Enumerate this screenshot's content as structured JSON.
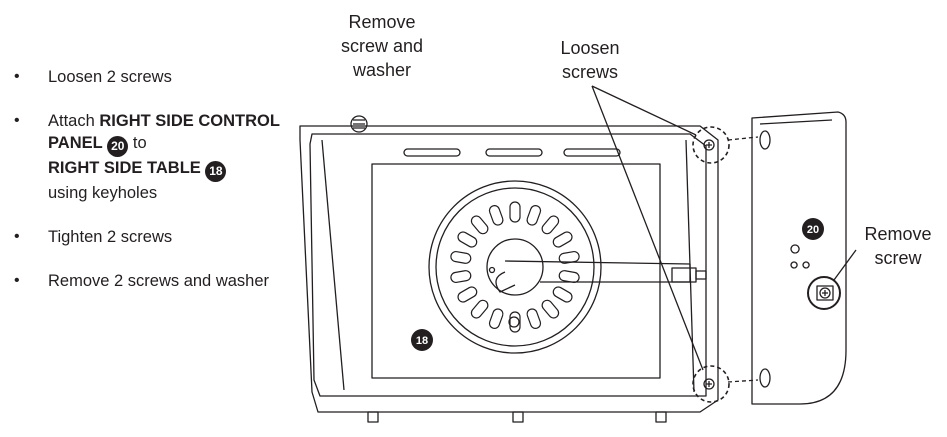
{
  "instructions": {
    "step1": "Loosen 2 screws",
    "step2": {
      "prefix": "Attach ",
      "part_a": "RIGHT SIDE CONTROL PANEL",
      "part_a_num": "20",
      "to": " to ",
      "part_b": "RIGHT SIDE TABLE",
      "part_b_num": "18",
      "suffix": "using keyholes"
    },
    "step3": "Tighten 2 screws",
    "step4": "Remove 2 screws and washer",
    "bullet": "•"
  },
  "callouts": {
    "remove_screw_washer": [
      "Remove",
      "screw and",
      "washer"
    ],
    "loosen_screws": [
      "Loosen",
      "screws"
    ],
    "remove_screw": [
      "Remove",
      "screw"
    ]
  },
  "part_labels": {
    "table": "18",
    "panel": "20"
  }
}
